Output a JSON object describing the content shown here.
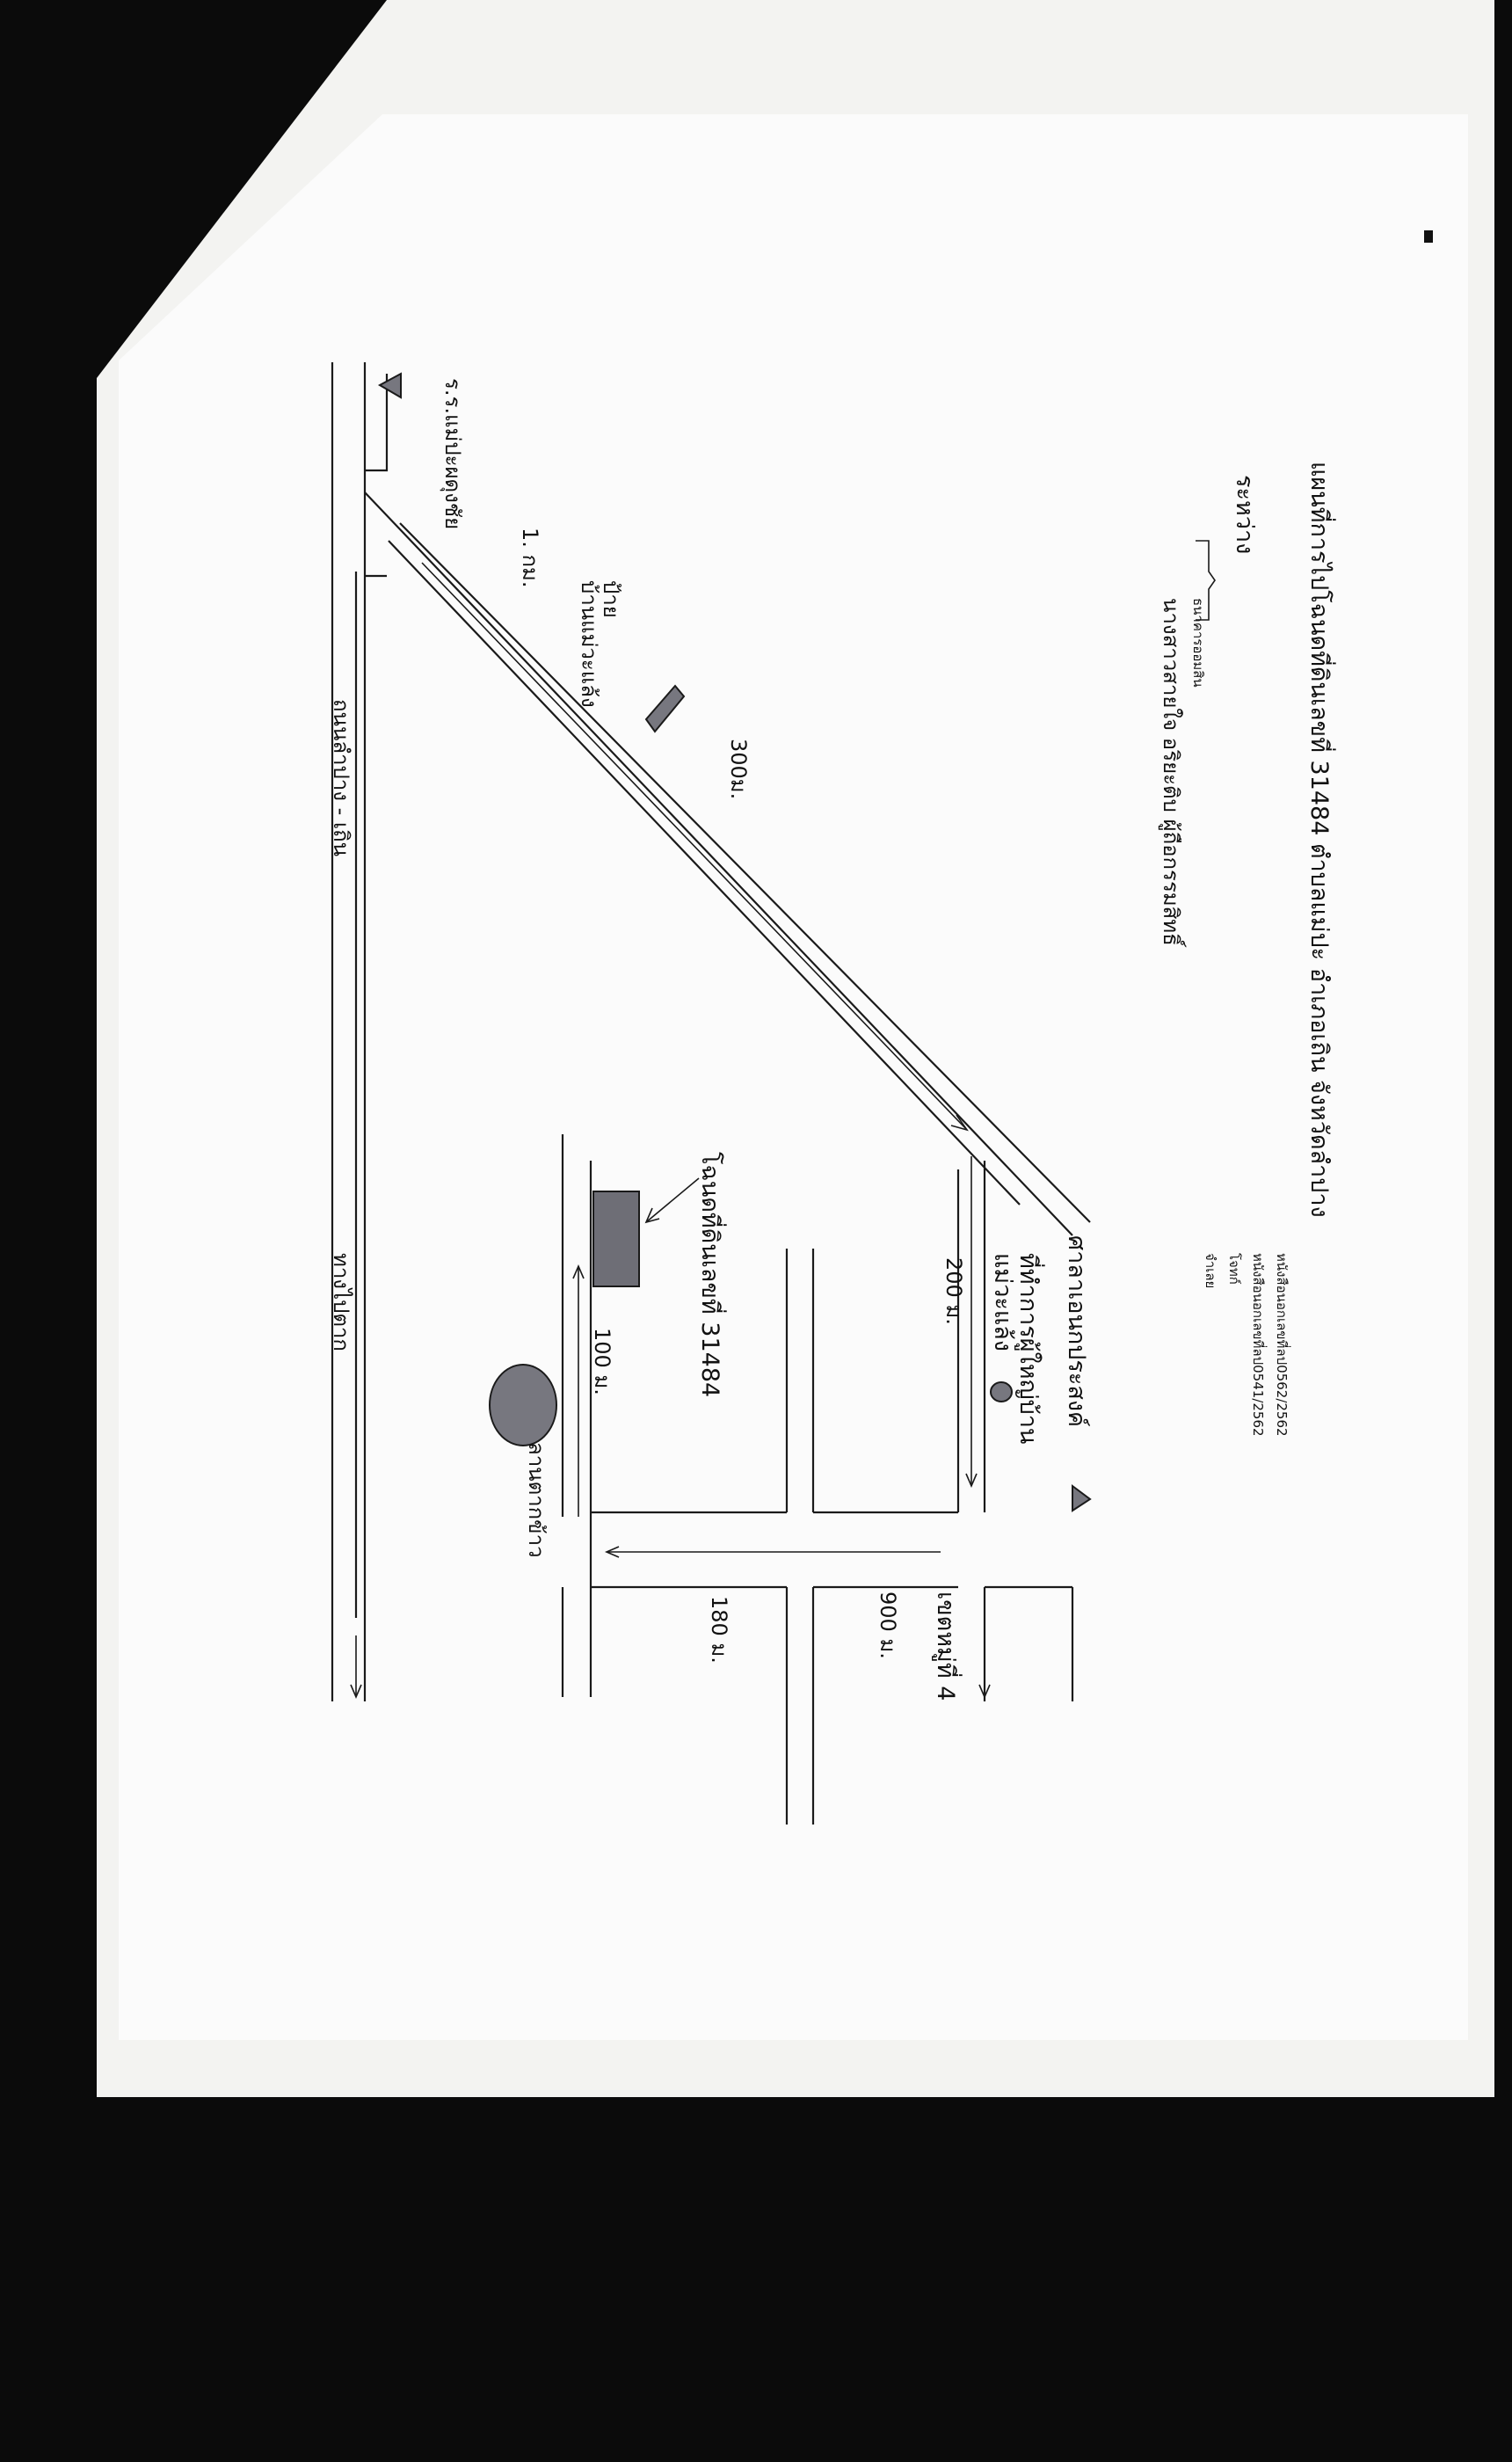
{
  "map": {
    "title": "แผนที่การไปโฉนดที่ดินเลขที่ 31484 ตำบลแม่ปะ อำเภอเถิน จังหวัดลำปาง",
    "header_right": {
      "line1": "หนังสือนอกเลขที่ลป0562/2562",
      "line2": "หนังสือนอกเลขที่ลป0541/2562",
      "line3": "โจทก์",
      "line4": "จำเลย"
    },
    "header_parties": {
      "bracket_label": "ระหว่าง",
      "upper_label": "ธนาคารออมสิน",
      "party_line": "นางสาวสายใจ  อริยะติบ    ผู้ถือกรรมสิทธิ์"
    },
    "landmarks": {
      "school_sign": "ร.ร.แม่ปะผดุงชัย",
      "km_marker": "1. กม.",
      "village_sign_top": "ป้าย",
      "village_sign_bottom": "บ้านแม่วะแล้ง",
      "distance_300": "300ม.",
      "temple": "ศาลาเอนกประสงค์",
      "headman_office_top": "ที่ทำการผู้ใหญ่บ้าน",
      "headman_office_bottom": "แม่วะแล้ง",
      "rice_barn": "ลานตากข้าว",
      "village_no": "เขตหมู่ที่ 4",
      "plot_label": "โฉนดที่ดินเลขที่ 31484"
    },
    "distances": {
      "d200": "200 ม.",
      "d100": "100 ม.",
      "d900": "900 ม.",
      "d180": "180 ม."
    },
    "roads": {
      "main_road": "ถนนลำปาง - เถิน",
      "to_tak": "ทางไปตาก"
    },
    "colors": {
      "plot_fill": "#6e6e76",
      "rice_barn_fill": "#77777f",
      "ink": "#1a1a1a"
    }
  }
}
